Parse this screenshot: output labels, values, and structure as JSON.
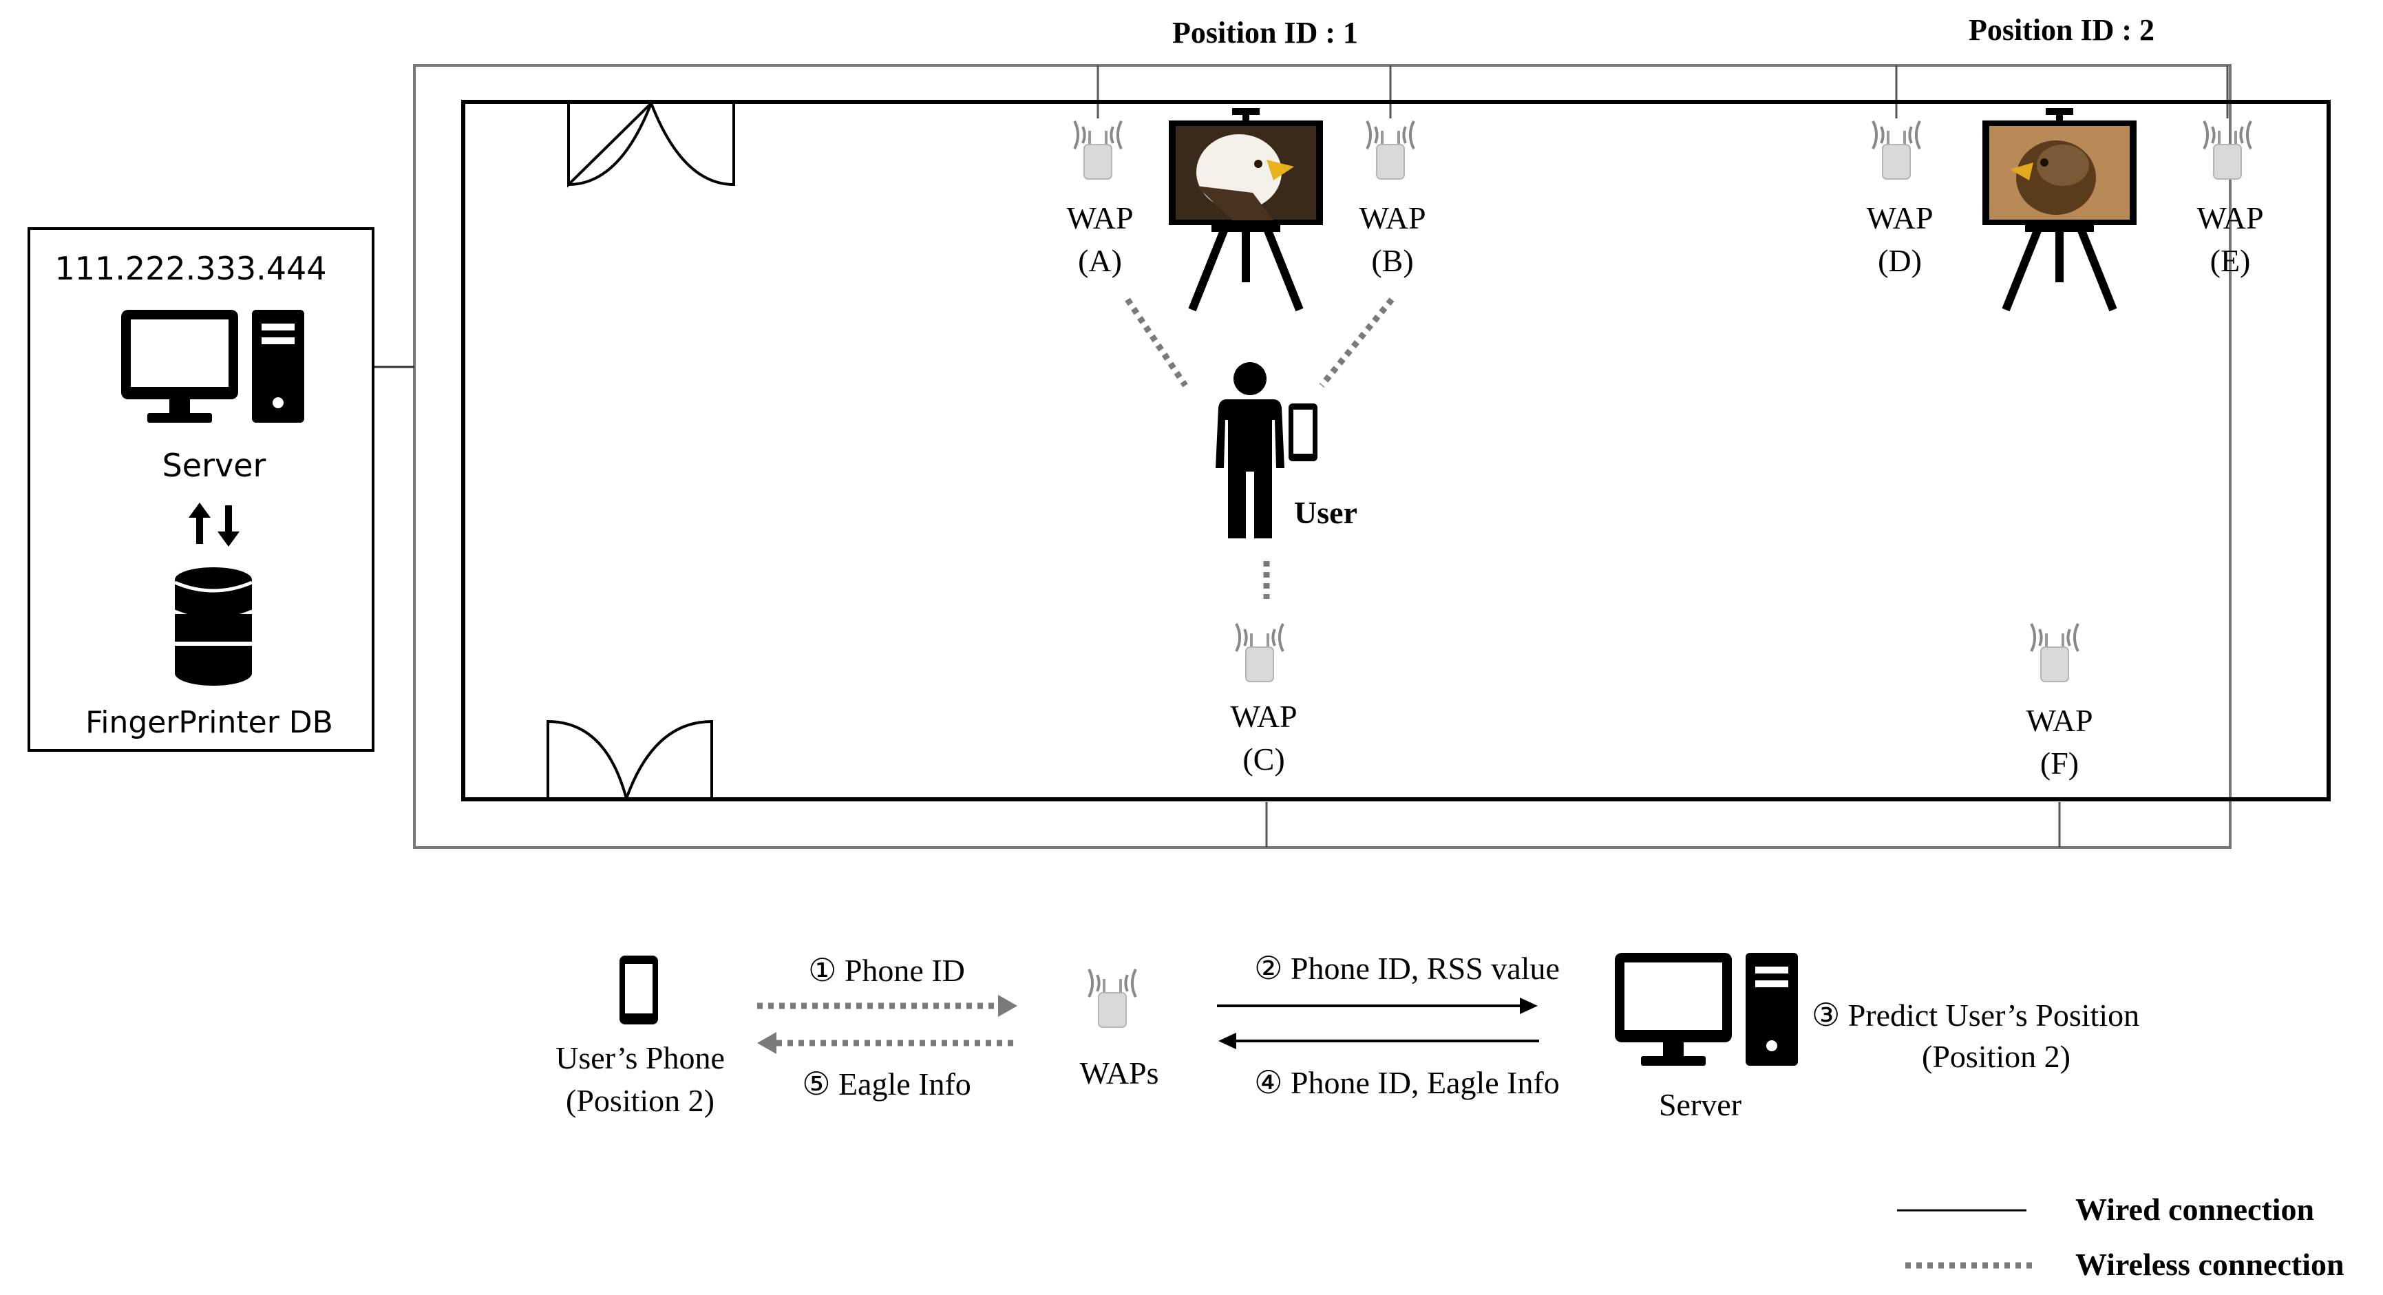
{
  "positions": [
    {
      "label": "Position ID : 1"
    },
    {
      "label": "Position ID : 2"
    }
  ],
  "server_box": {
    "ip": "111.222.333.444",
    "server_label": "Server",
    "db_label": "FingerPrinter DB"
  },
  "waps": [
    {
      "name": "WAP",
      "id": "(A)"
    },
    {
      "name": "WAP",
      "id": "(B)"
    },
    {
      "name": "WAP",
      "id": "(C)"
    },
    {
      "name": "WAP",
      "id": "(D)"
    },
    {
      "name": "WAP",
      "id": "(E)"
    },
    {
      "name": "WAP",
      "id": "(F)"
    }
  ],
  "user_label": "User",
  "flow": {
    "phone_label_1": "User’s Phone",
    "phone_label_2": "(Position 2)",
    "step1": "① Phone ID",
    "step5": "⑤ Eagle Info",
    "waps_label": "WAPs",
    "step2": "② Phone ID, RSS value",
    "step4": "④ Phone ID, Eagle Info",
    "server_label": "Server",
    "step3_line1": "③ Predict User’s Position",
    "step3_line2": "(Position 2)"
  },
  "legend": {
    "wired": "Wired connection",
    "wireless": "Wireless connection"
  },
  "colors": {
    "line": "#000000",
    "wireless": "#7a7a7a",
    "wap_body": "#d8d8d8",
    "eagle_bg": "#2a2420"
  }
}
